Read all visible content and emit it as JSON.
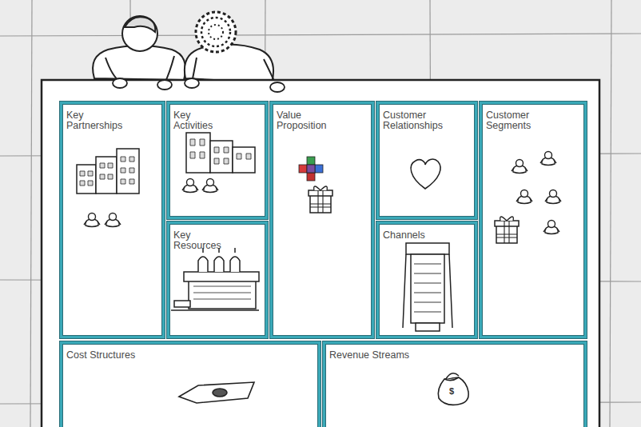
{
  "diagram": {
    "nodes": [
      {
        "text": [
          "Key Partnerships"
        ]
      },
      {
        "text": [
          "Key Activities"
        ]
      },
      {
        "text": [
          "Value Proposition"
        ]
      },
      {
        "text": [
          "Customer Relationships"
        ]
      },
      {
        "text": [
          "Customer Segments"
        ]
      },
      {
        "text": [
          "Key Resources"
        ]
      },
      {
        "text": [
          "Channels"
        ]
      },
      {
        "text": [
          "Cost Structures"
        ]
      },
      {
        "text": [
          "Revenue Streams"
        ]
      }
    ],
    "labels": [
      "$"
    ]
  }
}
